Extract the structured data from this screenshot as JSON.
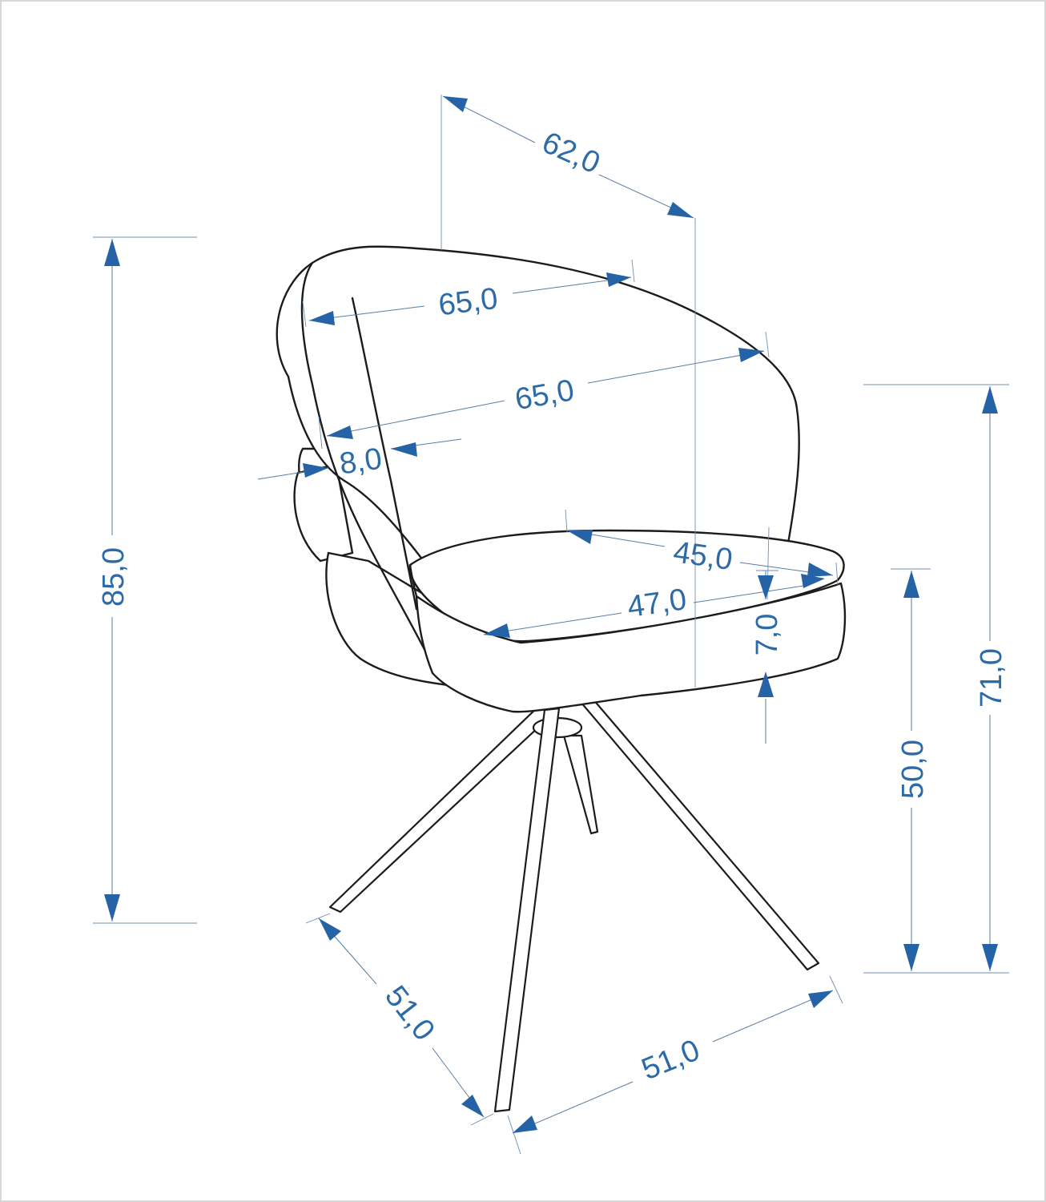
{
  "dimensions": {
    "back_depth": "62,0",
    "back_width_top": "65,0",
    "back_width_mid": "65,0",
    "backrest_thickness": "8,0",
    "seat_depth": "45,0",
    "seat_width": "47,0",
    "seat_thickness": "7,0",
    "total_height": "85,0",
    "armrest_height": "71,0",
    "seat_height": "50,0",
    "base_depth": "51,0",
    "base_width": "51,0"
  },
  "colors": {
    "dimension": "#2563a6",
    "outline": "#1c1c1c",
    "background": "#ffffff"
  }
}
